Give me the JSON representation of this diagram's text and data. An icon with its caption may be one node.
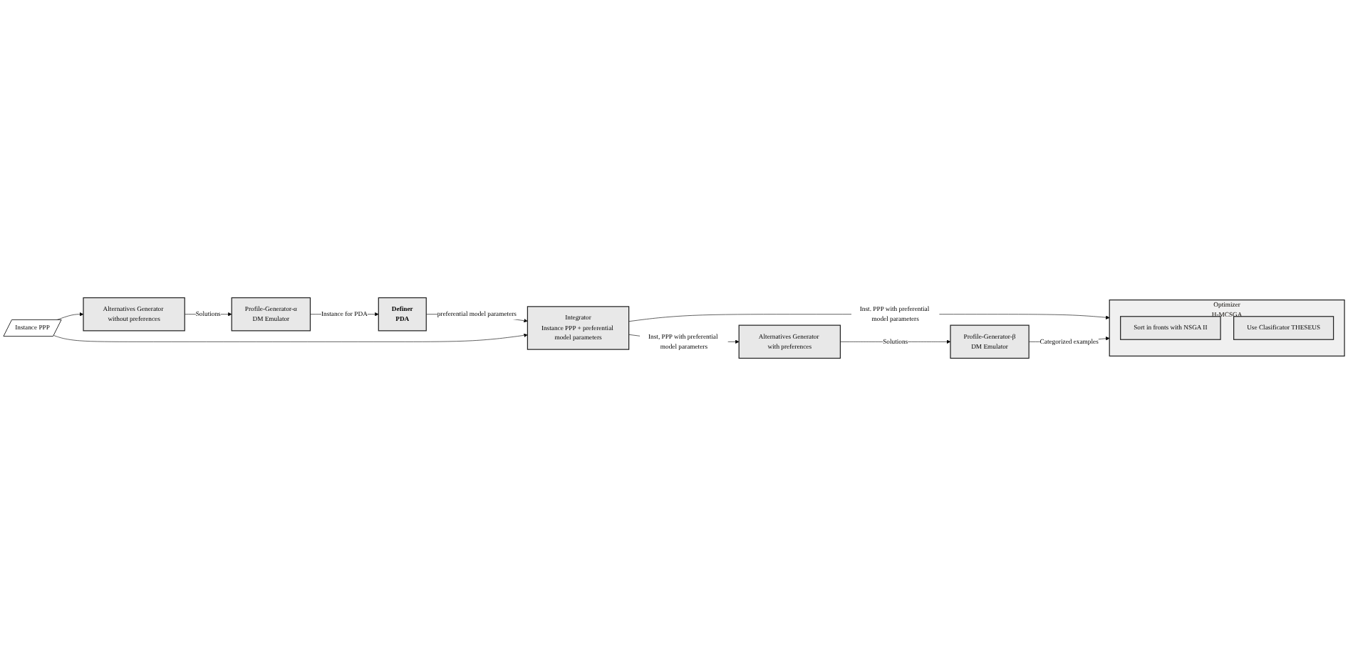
{
  "diagram": {
    "nodes": [
      {
        "text": [
          "Instance PPP"
        ]
      },
      {
        "text": [
          "Alternatives Generator without preferences"
        ]
      },
      {
        "text": [
          "Profile-Generator-α",
          "DM Emulator"
        ]
      },
      {
        "text": [
          "Definer",
          "PDA"
        ]
      },
      {
        "text": [
          "Integrator",
          "Instance PPP + preferential model parameters"
        ]
      },
      {
        "text": [
          "Optimizer",
          "H-MCSGA"
        ]
      },
      {
        "text": [
          "Sort in fronts with NSGA II"
        ],
        "in": 5
      },
      {
        "text": [
          "Use Clasificator THESEUS"
        ],
        "in": 5
      },
      {
        "text": [
          "Alternatives Generator with preferences"
        ]
      },
      {
        "text": [
          "Profile-Generator-β",
          "DM Emulator"
        ]
      }
    ],
    "edges": [
      {
        "from": 0,
        "to": 1,
        "arrow": "to"
      },
      {
        "from": 1,
        "to": 2,
        "arrow": "to",
        "label": "Solutions"
      },
      {
        "from": 2,
        "to": 3,
        "arrow": "to",
        "label": "Instance for PDA"
      },
      {
        "from": 3,
        "to": 4,
        "arrow": "to",
        "label": "preferential model parameters"
      },
      {
        "from": 0,
        "to": 4,
        "arrow": "to"
      },
      {
        "from": 4,
        "to": 5,
        "arrow": "to",
        "label": "Inst. PPP with preferential model parameters"
      },
      {
        "from": 4,
        "to": 8,
        "arrow": "to",
        "label": "Inst, PPP with preferential model parameters"
      },
      {
        "from": 8,
        "to": 9,
        "arrow": "to",
        "label": "Solutions"
      },
      {
        "from": 9,
        "to": 5,
        "arrow": "to",
        "label": "Categorized examples"
      }
    ]
  }
}
